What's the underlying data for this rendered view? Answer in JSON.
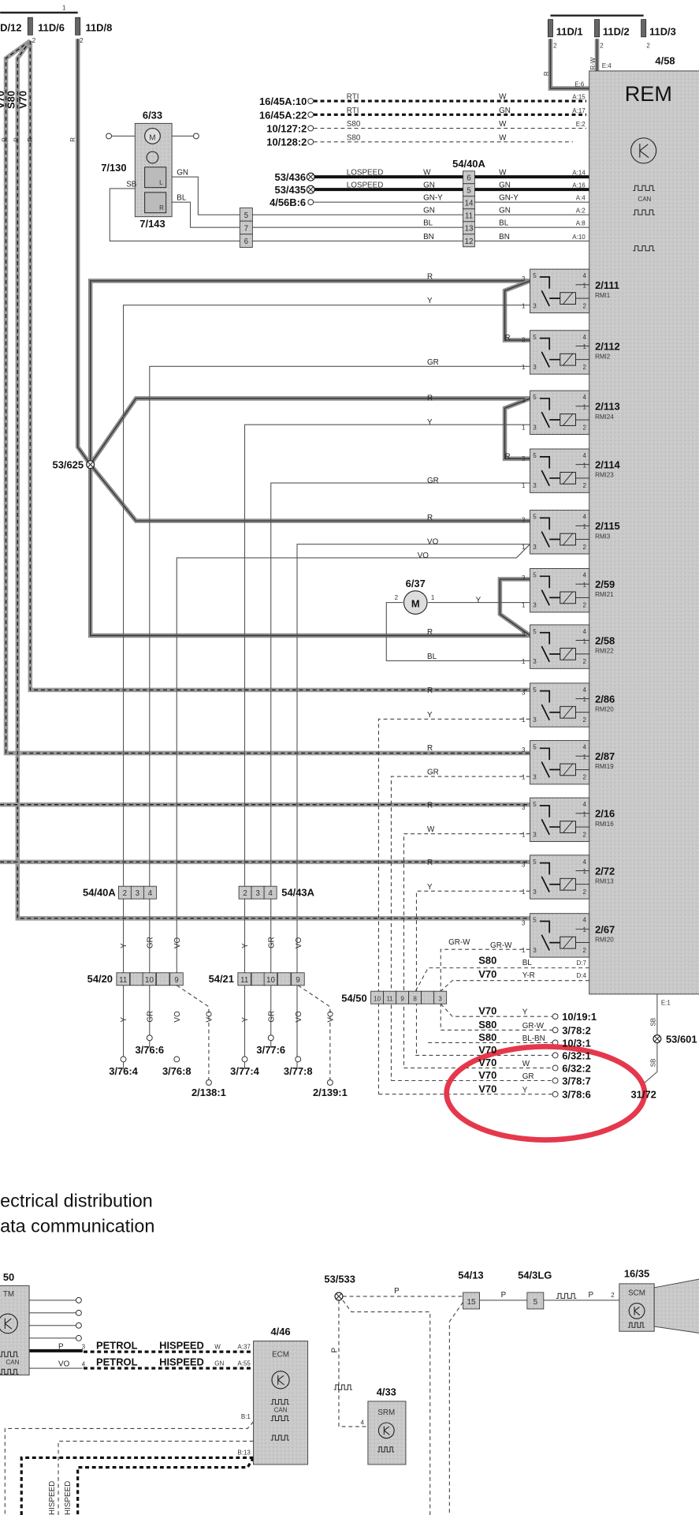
{
  "fuses_left": [
    "D/12",
    "11D/6",
    "11D/8"
  ],
  "fuses_right": [
    "11D/1",
    "11D/2",
    "11D/3"
  ],
  "fuse_pins": {
    "p1": "1",
    "p2": "2"
  },
  "vertical_labels": [
    "V70",
    "S80",
    "V70"
  ],
  "wire_r": "R",
  "rem": {
    "id": "4/58",
    "name": "REM",
    "can": "CAN",
    "pin_e6": "E:6",
    "pin_e4": "E:4",
    "pin_e1": "E:1",
    "wire_rw": "R-W"
  },
  "top_wires": [
    {
      "from": "16/45A:10",
      "label": "RTI",
      "color": "W",
      "pin": "A:15"
    },
    {
      "from": "16/45A:22",
      "label": "RTI",
      "color": "GN",
      "pin": "A:17"
    },
    {
      "from": "10/127:2",
      "label": "S80",
      "color": "W",
      "pin": "E:2"
    },
    {
      "from": "10/128:2",
      "label": "S80",
      "color": "W",
      "pin": ""
    }
  ],
  "motor_633": {
    "id": "6/33",
    "motor": "M",
    "switch_upper": "7/130",
    "switch_lower": "7/143",
    "sb": "SB",
    "gn": "GN",
    "bl": "BL",
    "l": "L",
    "r": "R"
  },
  "small_connector": [
    "5",
    "7",
    "6"
  ],
  "connector_54_40a_label": "54/40A",
  "can_wires": [
    {
      "from": "53/436",
      "label": "LOSPEED",
      "c1": "W",
      "cell": "6",
      "c2": "W",
      "pin": "A:14"
    },
    {
      "from": "53/435",
      "label": "LOSPEED",
      "c1": "GN",
      "cell": "5",
      "c2": "GN",
      "pin": "A:16"
    },
    {
      "from": "4/56B:6",
      "label": "",
      "c1": "GN-Y",
      "cell": "14",
      "c2": "GN-Y",
      "pin": "A:4"
    },
    {
      "from": "",
      "label": "",
      "c1": "GN",
      "cell": "11",
      "c2": "GN",
      "pin": "A:2"
    },
    {
      "from": "",
      "label": "",
      "c1": "BL",
      "cell": "13",
      "c2": "BL",
      "pin": "A:8"
    },
    {
      "from": "",
      "label": "",
      "c1": "BN",
      "cell": "12",
      "c2": "BN",
      "pin": "A:10"
    }
  ],
  "relay_pins": {
    "p1": "1",
    "p2": "2",
    "p3": "3",
    "p4": "4",
    "p5": "5"
  },
  "relays": [
    {
      "id": "2/111",
      "sub": "RMI1",
      "w3": "R",
      "w1": "Y"
    },
    {
      "id": "2/112",
      "sub": "RMI2",
      "w3": "R",
      "w1": "GR"
    },
    {
      "id": "2/113",
      "sub": "RMI24",
      "w3": "R",
      "w1": "Y"
    },
    {
      "id": "2/114",
      "sub": "RMI23",
      "w3": "R",
      "w1": "GR"
    },
    {
      "id": "2/115",
      "sub": "RMI3",
      "w3": "R",
      "w1": "VO"
    },
    {
      "id": "2/59",
      "sub": "RMI21",
      "w3": "",
      "w1": "Y"
    },
    {
      "id": "2/58",
      "sub": "RMI22",
      "w3": "R",
      "w1": "BL"
    },
    {
      "id": "2/86",
      "sub": "RMI20",
      "w3": "R",
      "w1": "Y"
    },
    {
      "id": "2/87",
      "sub": "RMI19",
      "w3": "R",
      "w1": "GR"
    },
    {
      "id": "2/16",
      "sub": "RMI16",
      "w3": "R",
      "w1": "W"
    },
    {
      "id": "2/72",
      "sub": "RMI13",
      "w3": "R",
      "w1": "Y"
    },
    {
      "id": "2/67",
      "sub": "RMI20",
      "w3": "",
      "w1": "GR-W"
    }
  ],
  "extra_vo": "VO",
  "junction_625": "53/625",
  "motor_637": {
    "id": "6/37",
    "symbol": "M",
    "pin1": "1",
    "pin2": "2"
  },
  "harness_upper": [
    {
      "label": "54/40A",
      "cells": [
        "2",
        "3",
        "4"
      ]
    },
    {
      "label": "54/43A",
      "cells": [
        "2",
        "3",
        "4"
      ]
    }
  ],
  "harness_lower": [
    {
      "label": "54/20",
      "cells": [
        "11",
        "10",
        "9"
      ],
      "colors": [
        "Y",
        "GR",
        "VO",
        "VO"
      ],
      "ends": [
        "3/76:4",
        "3/76:6",
        "3/76:8",
        "2/138:1"
      ]
    },
    {
      "label": "54/21",
      "cells": [
        "11",
        "10",
        "9"
      ],
      "colors": [
        "Y",
        "GR",
        "VO",
        "VO"
      ],
      "ends": [
        "3/77:4",
        "3/77:6",
        "3/77:8",
        "2/139:1"
      ]
    }
  ],
  "connector_5450": {
    "label": "54/50",
    "cells": [
      "10",
      "11",
      "9",
      "8",
      "",
      "3"
    ]
  },
  "d_rows": [
    {
      "model": "S80",
      "color": "BL",
      "pin": "D:7"
    },
    {
      "model": "V70",
      "color": "Y-R",
      "pin": "D:4"
    }
  ],
  "gr_w_label": "GR-W",
  "outputs": [
    {
      "model": "V70",
      "color": "Y",
      "dest": "10/19:1"
    },
    {
      "model": "S80",
      "color": "GR-W",
      "dest": "3/78:2"
    },
    {
      "model": "S80",
      "color": "BL-BN",
      "dest": "10/3:1"
    },
    {
      "model": "V70",
      "color": "",
      "dest": "6/32:1"
    },
    {
      "model": "V70",
      "color": "W",
      "dest": "6/32:2"
    },
    {
      "model": "V70",
      "color": "GR",
      "dest": "3/78:7"
    },
    {
      "model": "V70",
      "color": "Y",
      "dest": "3/78:6"
    }
  ],
  "ground": {
    "wire": "SB",
    "junction": "53/601",
    "point": "31/72"
  },
  "highlight_color": "#e5384c",
  "section2": {
    "title_line1": "ectrical distribution",
    "title_line2": "ata communication",
    "left_module": {
      "id": "50",
      "name": "TM",
      "can": "CAN",
      "p": "P",
      "vo": "VO",
      "pin3": "3",
      "pin4": "4"
    },
    "bus_rows": [
      {
        "a": "PETROL",
        "b": "HISPEED",
        "color": "W",
        "pin": "A:37"
      },
      {
        "a": "PETROL",
        "b": "HISPEED",
        "color": "GN",
        "pin": "A:55"
      }
    ],
    "ecm": {
      "id": "4/46",
      "name": "ECM",
      "can": "CAN",
      "pin_b1": "B:1",
      "pin_b13": "B:13"
    },
    "junction": "53/533",
    "p": "P",
    "conn_5413": {
      "label": "54/13",
      "cell": "15"
    },
    "conn_543lg": {
      "label": "54/3LG",
      "cell": "5"
    },
    "scm": {
      "id": "16/35",
      "name": "SCM",
      "pin": "2"
    },
    "srm": {
      "id": "4/33",
      "name": "SRM",
      "pin": "4"
    },
    "hispeed_vertical": [
      "HISPEED",
      "HISPEED"
    ]
  }
}
